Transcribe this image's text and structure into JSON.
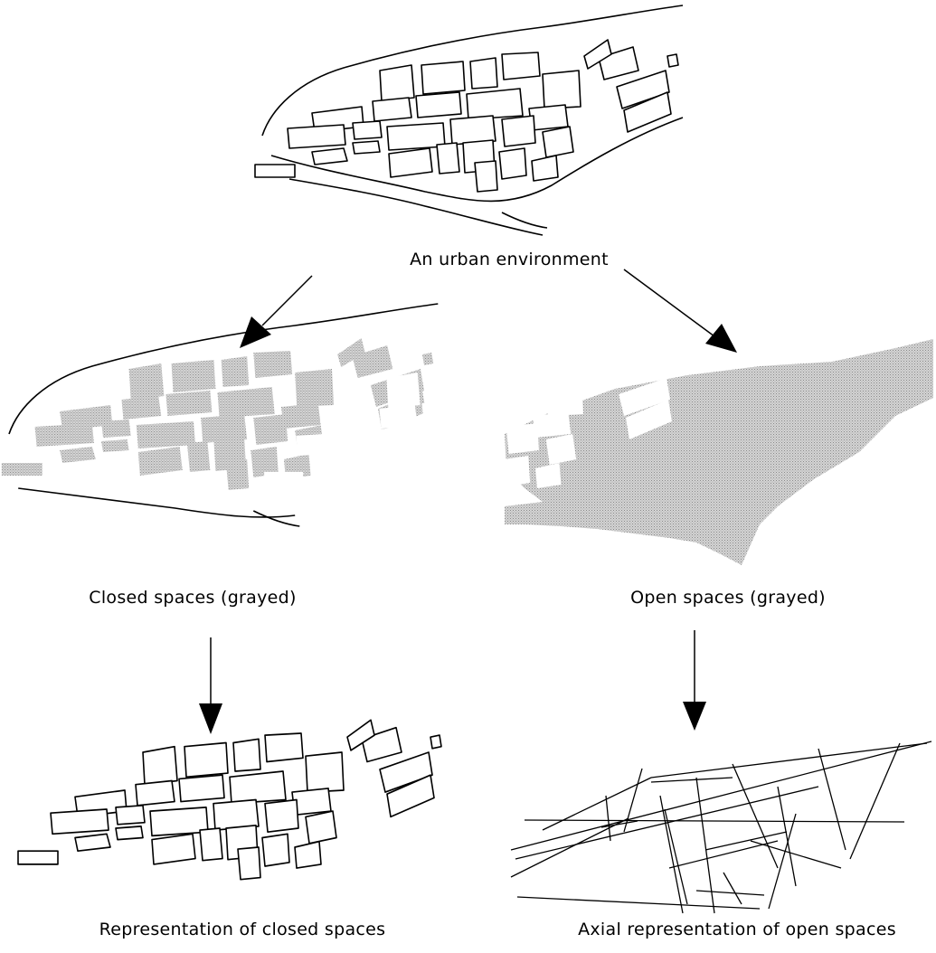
{
  "captions": {
    "top": "An urban environment",
    "closed": "Closed spaces (grayed)",
    "open": "Open spaces (grayed)",
    "closed_rep": "Representation of closed spaces",
    "axial_rep": "Axial representation of open spaces"
  },
  "colors": {
    "ink": "#000000",
    "gray_fill": "#bdbdbd",
    "background": "#ffffff"
  }
}
